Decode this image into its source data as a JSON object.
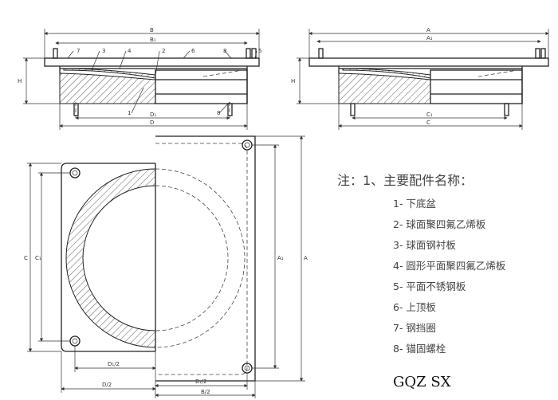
{
  "front_view": {
    "dims": {
      "overall": "B",
      "inner": "B₁",
      "height": "H",
      "pot_bottom": "D",
      "pot_inner": "D₁"
    },
    "part_labels": [
      "7",
      "3",
      "4",
      "2",
      "6",
      "8",
      "5",
      "1",
      "8"
    ]
  },
  "side_view": {
    "dims": {
      "overall": "A",
      "inner": "A₁",
      "height": "H",
      "bottom_inner": "C₁",
      "bottom": "C"
    }
  },
  "plan_view": {
    "dims": {
      "left_height": "C",
      "left_height_inner": "C₁",
      "right_height": "A",
      "right_height_inner": "A₁",
      "d_half_inner": "D₁/2",
      "d_half": "D/2",
      "b_half_inner": "B₁/2",
      "b_half": "B/2"
    }
  },
  "notes": {
    "title": "注：1、主要配件名称：",
    "items": [
      "1- 下底盆",
      "2- 球面聚四氟乙烯板",
      "3- 球面钢衬板",
      "4- 圆形平面聚四氟乙烯板",
      "5- 平面不锈钢板",
      "6- 上顶板",
      "7- 钢挡圈",
      "8- 锚固螺栓"
    ]
  },
  "model": "GQZ SX"
}
